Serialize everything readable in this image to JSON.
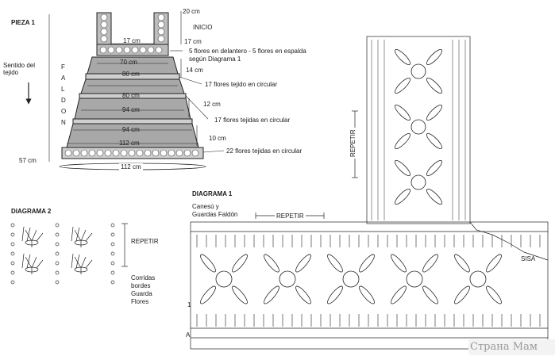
{
  "pieza": {
    "title": "PIEZA 1",
    "sentido": "Sentido del tejido",
    "faldon_letters": [
      "F",
      "A",
      "L",
      "D",
      "O",
      "N"
    ],
    "top_20": "20 cm",
    "top_17a": "17 cm",
    "inicio": "INICIO",
    "top_17b": "17 cm",
    "w70": "70 cm",
    "w80a": "80 cm",
    "w80b": "80 cm",
    "w94a": "94 cm",
    "w94b": "94 cm",
    "w112a": "112 cm",
    "w112b": "112 cm",
    "h14": "14 cm",
    "h12": "12 cm",
    "h10": "10 cm",
    "h57": "57 cm",
    "note1a": "5 flores en delantero - 5 flores en espalda",
    "note1b": "según Diagrama 1",
    "note2": "17 flores tejido en circular",
    "note3": "17 flores tejidas en circular",
    "note4": "22 flores tejidas en circular"
  },
  "diagrama2": {
    "title": "DIAGRAMA 2",
    "repetir": "REPETIR",
    "legend": [
      "Corridas",
      "bordes",
      "Guarda",
      "Flores"
    ]
  },
  "diagrama1": {
    "title": "DIAGRAMA 1",
    "sub1": "Canesú y",
    "sub2": "Guardas Faldón",
    "repetir_h": "REPETIR",
    "repetir_v": "REPETIR",
    "sisa": "SISA",
    "row_A": "A",
    "row_1": "1"
  },
  "watermark": "Страна Мам"
}
